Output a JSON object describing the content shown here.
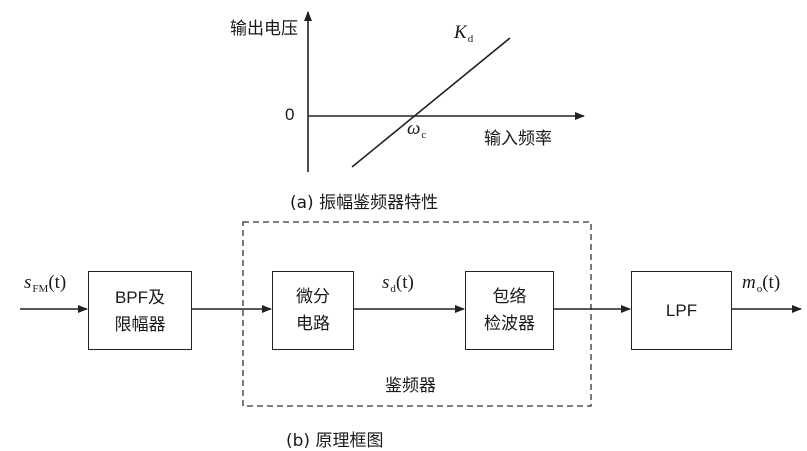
{
  "panel_a": {
    "y_axis_label": "输出电压",
    "x_axis_label": "输入频率",
    "origin_label": "0",
    "slope_label": {
      "main": "K",
      "sub": "d"
    },
    "center_freq_label": {
      "main": "ω",
      "sub": "c"
    },
    "caption": "(a) 振幅鉴频器特性"
  },
  "panel_b": {
    "input_signal": {
      "main": "s",
      "sub": "FM",
      "arg": "(t)"
    },
    "blocks": [
      {
        "line1": "BPF及",
        "line2": "限幅器"
      },
      {
        "line1": "微分",
        "line2": "电路"
      },
      {
        "line1": "包络",
        "line2": "检波器"
      },
      {
        "line1": "LPF",
        "line2": ""
      }
    ],
    "mid_signal": {
      "main": "s",
      "sub": "d",
      "arg": "(t)"
    },
    "output_signal": {
      "main": "m",
      "sub": "o",
      "arg": "(t)"
    },
    "group_label": "鉴频器",
    "caption": "(b) 原理框图"
  }
}
